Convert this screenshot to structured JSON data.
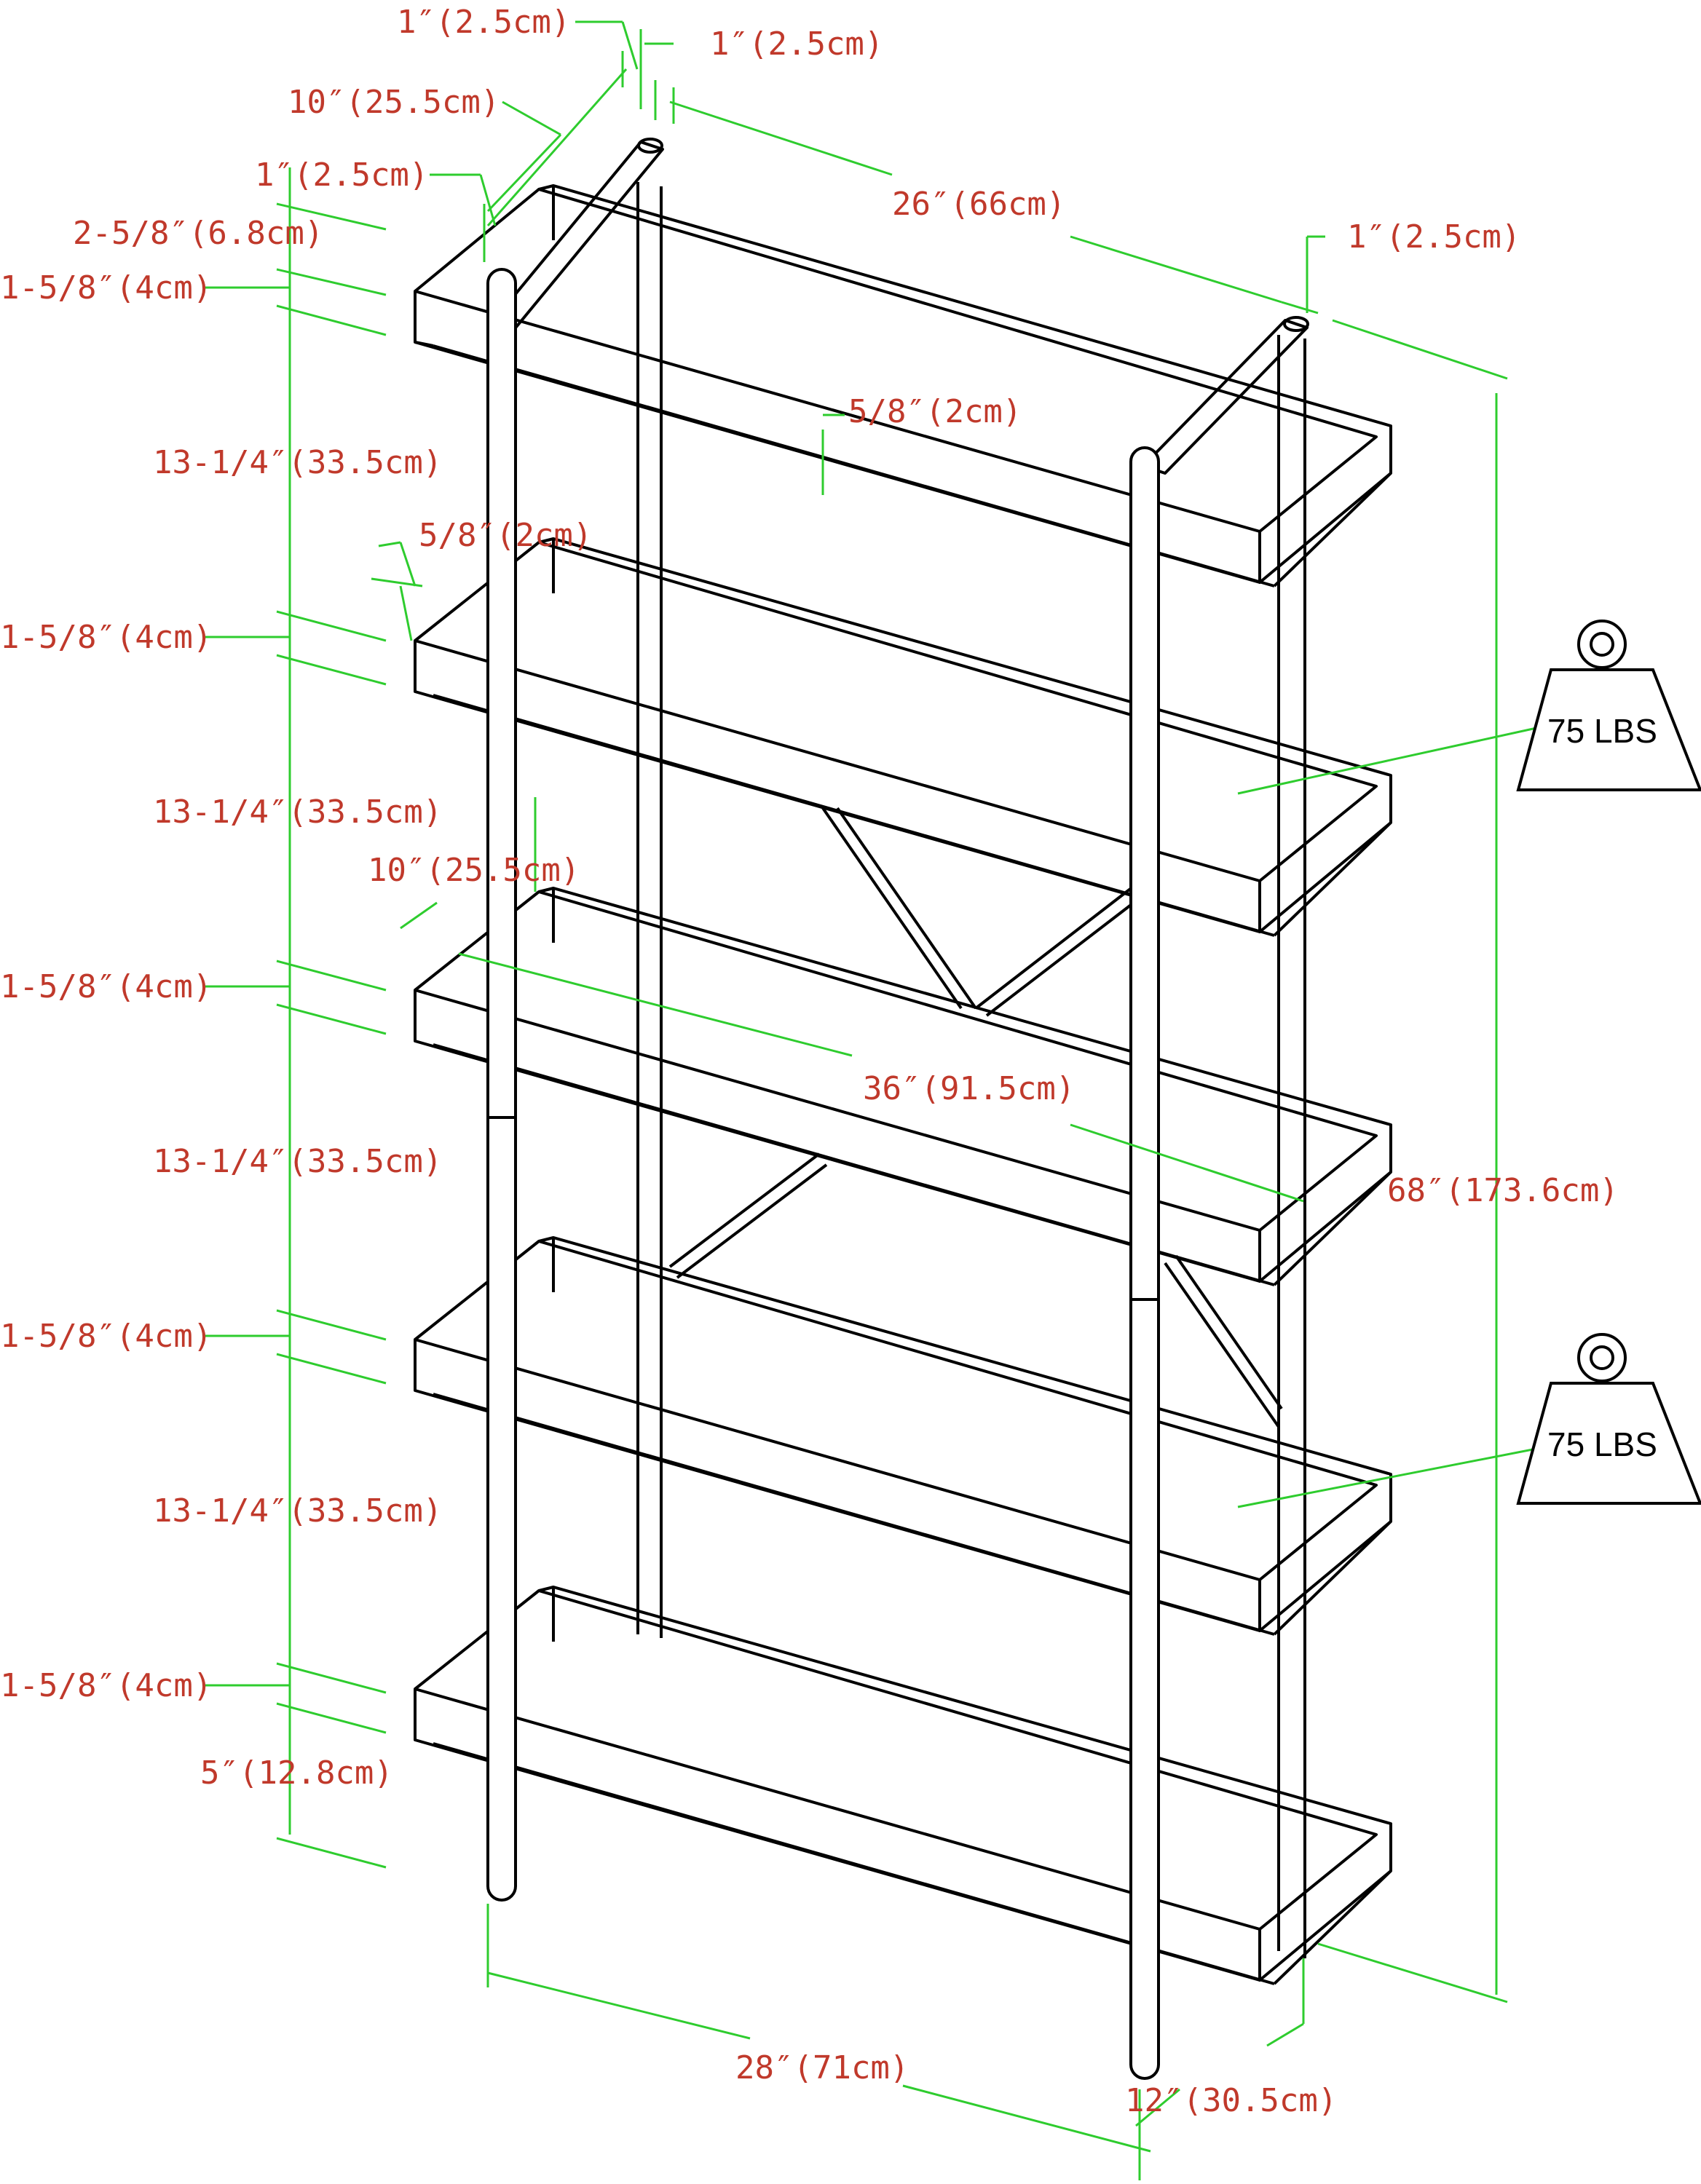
{
  "colors": {
    "line": "#000000",
    "dim_line": "#2ecc2e",
    "dim_text": "#c0392b",
    "weight_text": "#000000"
  },
  "labels": {
    "post_d_a": "1″(2.5cm)",
    "post_d_b": "1″(2.5cm)",
    "top_depth_10": "10″(25.5cm)",
    "top_rail_1": "1″(2.5cm)",
    "width_26": "26″(66cm)",
    "right_post_1": "1″(2.5cm)",
    "top_gap": "2-5/8″(6.8cm)",
    "shelf_th_1": "1-5/8″(4cm)",
    "shelf_th_2": "1-5/8″(4cm)",
    "shelf_th_3": "1-5/8″(4cm)",
    "shelf_th_4": "1-5/8″(4cm)",
    "shelf_th_5": "1-5/8″(4cm)",
    "sp_1": "13-1/4″(33.5cm)",
    "sp_2": "13-1/4″(33.5cm)",
    "sp_3": "13-1/4″(33.5cm)",
    "sp_4": "13-1/4″(33.5cm)",
    "panel_a": "5/8″(2cm)",
    "panel_b": "5/8″(2cm)",
    "depth_10": "10″(25.5cm)",
    "length_36": "36″(91.5cm)",
    "height_68": "68″(173.6cm)",
    "bottom_gap": "5″(12.8cm)",
    "width_28": "28″(71cm)",
    "depth_12": "12″(30.5cm)"
  },
  "weights": {
    "load_1": "75 LBS",
    "load_2": "75 LBS"
  }
}
